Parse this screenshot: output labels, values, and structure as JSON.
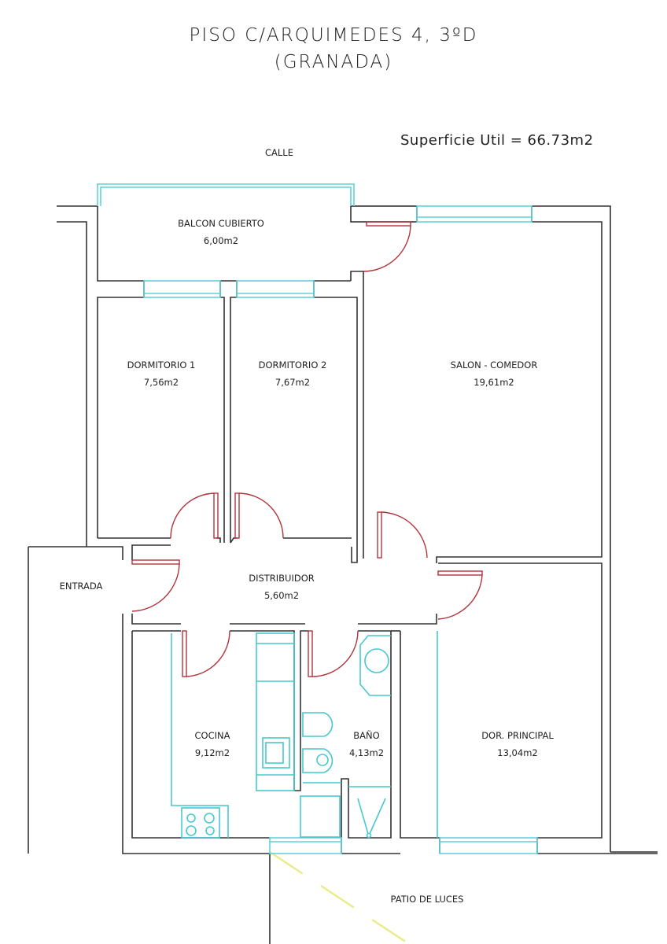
{
  "title": {
    "line1": "PISO C/ARQUIMEDES 4, 3ºD",
    "line2": "(GRANADA)"
  },
  "total_area": "Superficie Util = 66.73m2",
  "labels": {
    "street": "CALLE",
    "entrance": "ENTRADA",
    "courtyard": "PATIO DE LUCES"
  },
  "rooms": [
    {
      "name": "BALCON CUBIERTO",
      "area": "6,00m2"
    },
    {
      "name": "DORMITORIO 1",
      "area": "7,56m2"
    },
    {
      "name": "DORMITORIO 2",
      "area": "7,67m2"
    },
    {
      "name": "SALON - COMEDOR",
      "area": "19,61m2"
    },
    {
      "name": "DISTRIBUIDOR",
      "area": "5,60m2"
    },
    {
      "name": "COCINA",
      "area": "9,12m2"
    },
    {
      "name": "BAÑO",
      "area": "4,13m2"
    },
    {
      "name": "DOR. PRINCIPAL",
      "area": "13,04m2"
    }
  ],
  "colors": {
    "walls": "#333333",
    "windows_fixtures": "#5fd3d8",
    "doors": "#b0343a",
    "sunlight": "#e9ec8a"
  }
}
